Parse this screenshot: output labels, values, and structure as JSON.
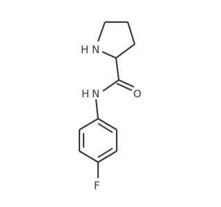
{
  "molecule": {
    "atoms": {
      "pyrrolidine_nh": "H",
      "pyrrolidine_n": "N",
      "amide_o": "O",
      "amide_nh": "H",
      "amide_n": "N",
      "fluorine": "F"
    },
    "colors": {
      "bond": "#3a3a3a",
      "label": "#3a3a3a",
      "background": "#ffffff"
    }
  }
}
